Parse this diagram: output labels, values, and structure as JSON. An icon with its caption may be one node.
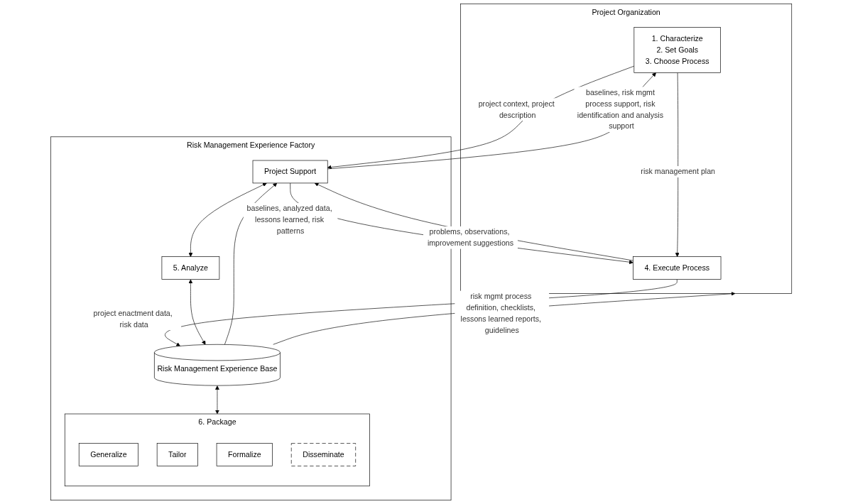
{
  "diagram": {
    "nodes": [
      {
        "text": [
          "Project Organization"
        ]
      },
      {
        "text": [
          "1. Characterize",
          "2. Set Goals",
          "3. Choose Process"
        ],
        "in": 0
      },
      {
        "text": [
          "4. Execute Process"
        ],
        "in": 0
      },
      {
        "text": [
          "Risk Management Experience Factory"
        ]
      },
      {
        "text": [
          "Project Support"
        ],
        "in": 3
      },
      {
        "text": [
          "Risk Management Experience Base"
        ],
        "in": 3
      },
      {
        "text": [
          "5. Analyze"
        ],
        "in": 3
      },
      {
        "text": [
          "6. Package"
        ],
        "in": 3
      },
      {
        "text": [
          "Generalize"
        ],
        "in": 7
      },
      {
        "text": [
          "Tailor"
        ],
        "in": 7
      },
      {
        "text": [
          "Formalize"
        ],
        "in": 7
      },
      {
        "text": [
          "Disseminate"
        ],
        "in": 7
      }
    ],
    "edges": [
      {
        "from": 1,
        "to": 4,
        "arrow": "to",
        "label": "project context, project description"
      },
      {
        "from": 4,
        "to": 1,
        "arrow": "to",
        "label": "baselines, risk mgmt process support, risk identification and analysis support"
      },
      {
        "from": 5,
        "to": 4,
        "arrow": "to"
      },
      {
        "from": 5,
        "to": 0,
        "arrow": "to",
        "label": "risk mgmt process definition, checklists, lessons learned reports, guidelines"
      },
      {
        "from": 1,
        "to": 2,
        "arrow": "to",
        "label": "risk management plan"
      },
      {
        "from": 2,
        "to": 5,
        "arrow": "to",
        "label": "project enactment data, risk data"
      },
      {
        "from": 2,
        "to": 4,
        "arrow": "to",
        "label": "problems, observations, improvement suggestions"
      },
      {
        "from": 4,
        "to": 2,
        "arrow": "to",
        "label": "baselines, analyzed data, lessons learned, risk patterns"
      },
      {
        "from": 5,
        "to": 7,
        "arrow": "both"
      },
      {
        "from": 6,
        "to": 5,
        "arrow": "both"
      },
      {
        "from": 4,
        "to": 6,
        "arrow": "both"
      }
    ]
  }
}
